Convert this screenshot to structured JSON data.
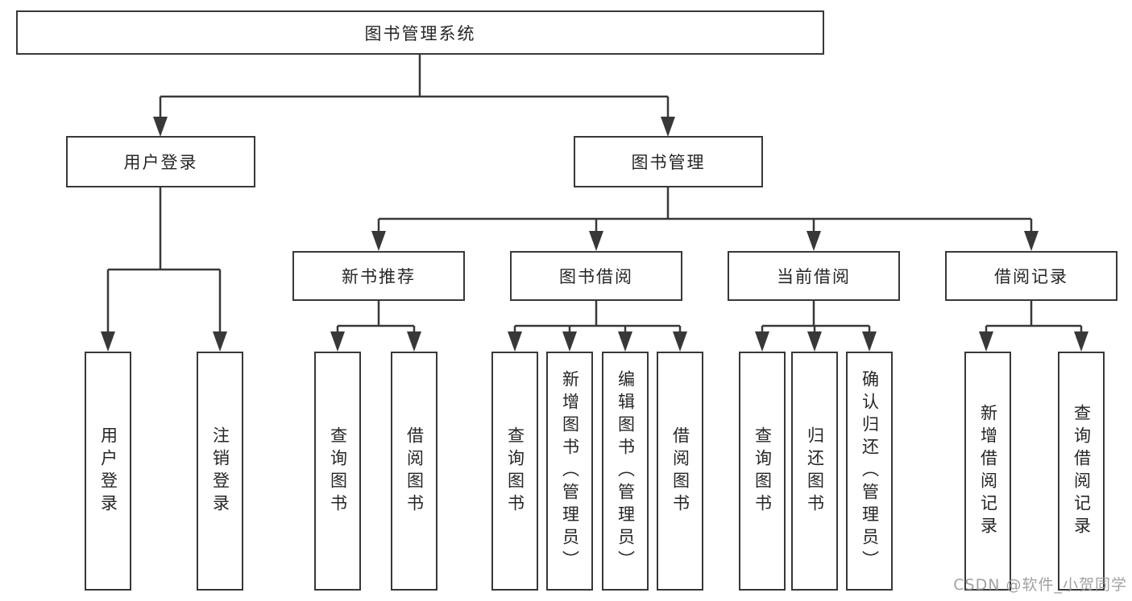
{
  "colors": {
    "line": "#383838",
    "node_border": "#383838",
    "node_text": "#262626",
    "background": "#ffffff",
    "watermark": "#9d9d9d"
  },
  "watermark": {
    "text": "CSDN @软件_小贺同学"
  },
  "nodes": {
    "root": "图书管理系统",
    "user_login": "用户登录",
    "book_management": "图书管理",
    "new_book_recommend": "新书推荐",
    "book_borrowing": "图书借阅",
    "current_borrowing": "当前借阅",
    "borrowing_records": "借阅记录",
    "leaves": {
      "user_login": [
        "用户登录",
        "注销登录"
      ],
      "new_book_recommend": [
        "查询图书",
        "借阅图书"
      ],
      "book_borrowing": [
        "查询图书",
        "新增图书（管理员）",
        "编辑图书（管理员）",
        "借阅图书"
      ],
      "current_borrowing": [
        "查询图书",
        "归还图书",
        "确认归还（管理员）"
      ],
      "borrowing_records": [
        "新增借阅记录",
        "查询借阅记录"
      ]
    }
  }
}
